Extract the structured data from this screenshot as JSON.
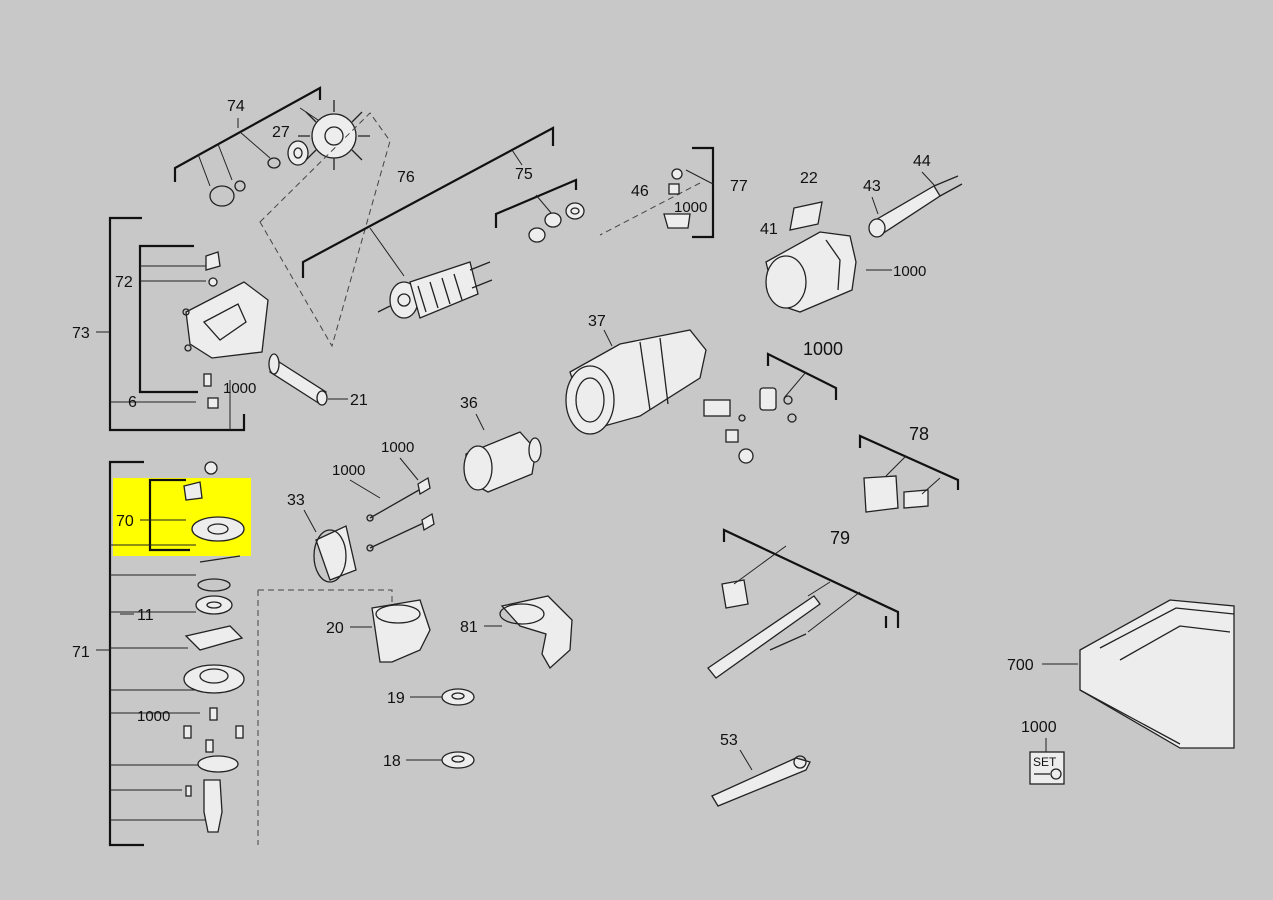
{
  "highlight_color": "#ffff00",
  "background_color": "#c8c8c8",
  "callouts": {
    "p74": "74",
    "p27": "27",
    "p76": "76",
    "p75": "75",
    "p77": "77",
    "p46": "46",
    "p1000_77": "1000",
    "p22": "22",
    "p44": "44",
    "p43": "43",
    "p41": "41",
    "p1000_41": "1000",
    "p72": "72",
    "p73": "73",
    "p1000_a": "1000",
    "p6": "6",
    "p21": "21",
    "p37": "37",
    "p1000_sw": "1000",
    "p36": "36",
    "p1000_r1": "1000",
    "p1000_r2": "1000",
    "p78": "78",
    "p33": "33",
    "p70": "70",
    "p71": "71",
    "p11": "11",
    "p20": "20",
    "p81": "81",
    "p79": "79",
    "p700": "700",
    "p19": "19",
    "p1000_b": "1000",
    "p18": "18",
    "p53": "53",
    "p1000_set": "1000"
  },
  "set_badge": "SET"
}
